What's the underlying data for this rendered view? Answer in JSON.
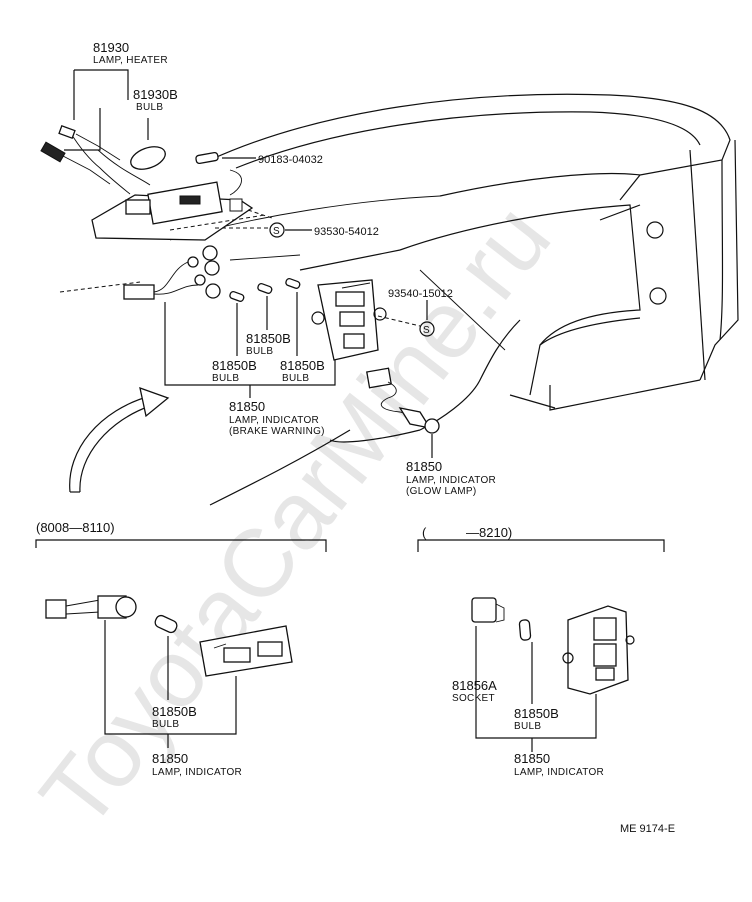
{
  "watermark": "ToyotaCarMine.ru",
  "ref_code": "ME 9174-E",
  "labels": {
    "lamp_heater": {
      "pn": "81930",
      "name": "LAMP, HEATER"
    },
    "heater_bulb": {
      "pn": "81930B",
      "name": "BULB"
    },
    "bolt": {
      "pn": "90183-04032"
    },
    "screw_upper": {
      "pn": "93530-54012"
    },
    "screw_lower": {
      "pn": "93540-15012"
    },
    "bulb_mid": {
      "pn": "81850B",
      "name": "BULB"
    },
    "bulb_left": {
      "pn": "81850B",
      "name": "BULB"
    },
    "bulb_right": {
      "pn": "81850B",
      "name": "BULB"
    },
    "lamp_brake": {
      "pn": "81850",
      "name1": "LAMP, INDICATOR",
      "name2": "(BRAKE WARNING)"
    },
    "lamp_glow": {
      "pn": "81850",
      "name1": "LAMP, INDICATOR",
      "name2": "(GLOW  LAMP)"
    },
    "left_bulb": {
      "pn": "81850B",
      "name": "BULB"
    },
    "left_lamp": {
      "pn": "81850",
      "name": "LAMP, INDICATOR"
    },
    "right_socket": {
      "pn": "81856A",
      "name": "SOCKET"
    },
    "right_bulb": {
      "pn": "81850B",
      "name": "BULB"
    },
    "right_lamp": {
      "pn": "81850",
      "name": "LAMP, INDICATOR"
    }
  },
  "ranges": {
    "left": "(8008—8110)",
    "right_open": "(",
    "right_close": "—8210)"
  }
}
